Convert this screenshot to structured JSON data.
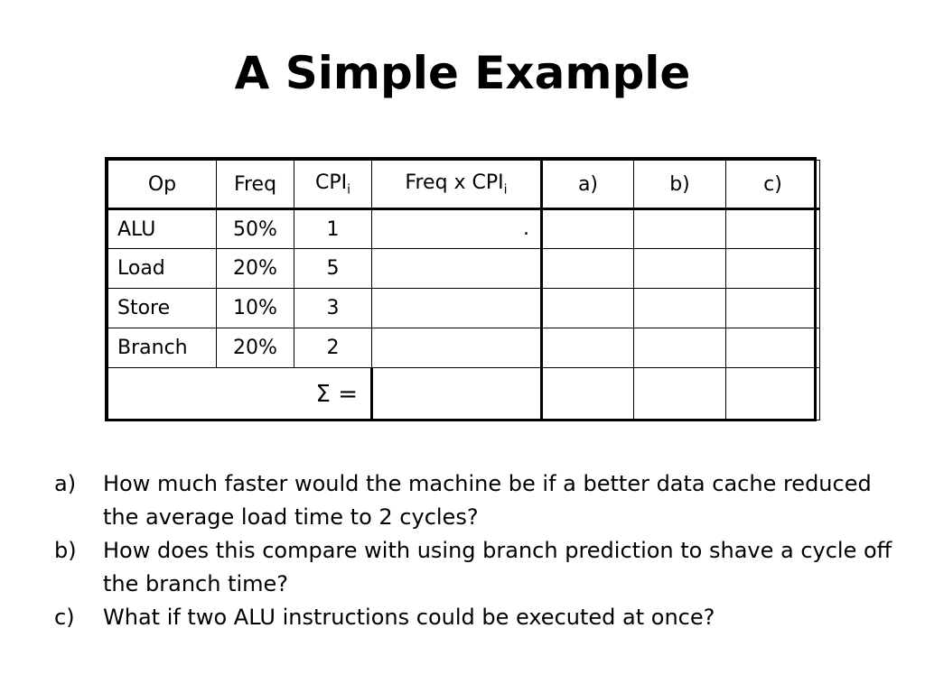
{
  "title": "A Simple Example",
  "table": {
    "headers": [
      "Op",
      "Freq",
      "CPI",
      "i",
      "Freq x CPI",
      "i",
      "a)",
      "b)",
      "c)"
    ],
    "rows": [
      {
        "op": "ALU",
        "freq": "50%",
        "cpi": "1",
        "fxc": "."
      },
      {
        "op": "Load",
        "freq": "20%",
        "cpi": "5",
        "fxc": ""
      },
      {
        "op": "Store",
        "freq": "10%",
        "cpi": "3",
        "fxc": ""
      },
      {
        "op": "Branch",
        "freq": "20%",
        "cpi": "2",
        "fxc": ""
      }
    ],
    "sum_label": "Σ ="
  },
  "questions": [
    {
      "label": "a)",
      "text": "How much faster would the machine be if a better data cache reduced the average load time to 2 cycles?"
    },
    {
      "label": "b)",
      "text": "How does this compare with using branch prediction to shave a cycle off the branch time?"
    },
    {
      "label": "c)",
      "text": "What if two ALU instructions could be executed at once?"
    }
  ]
}
